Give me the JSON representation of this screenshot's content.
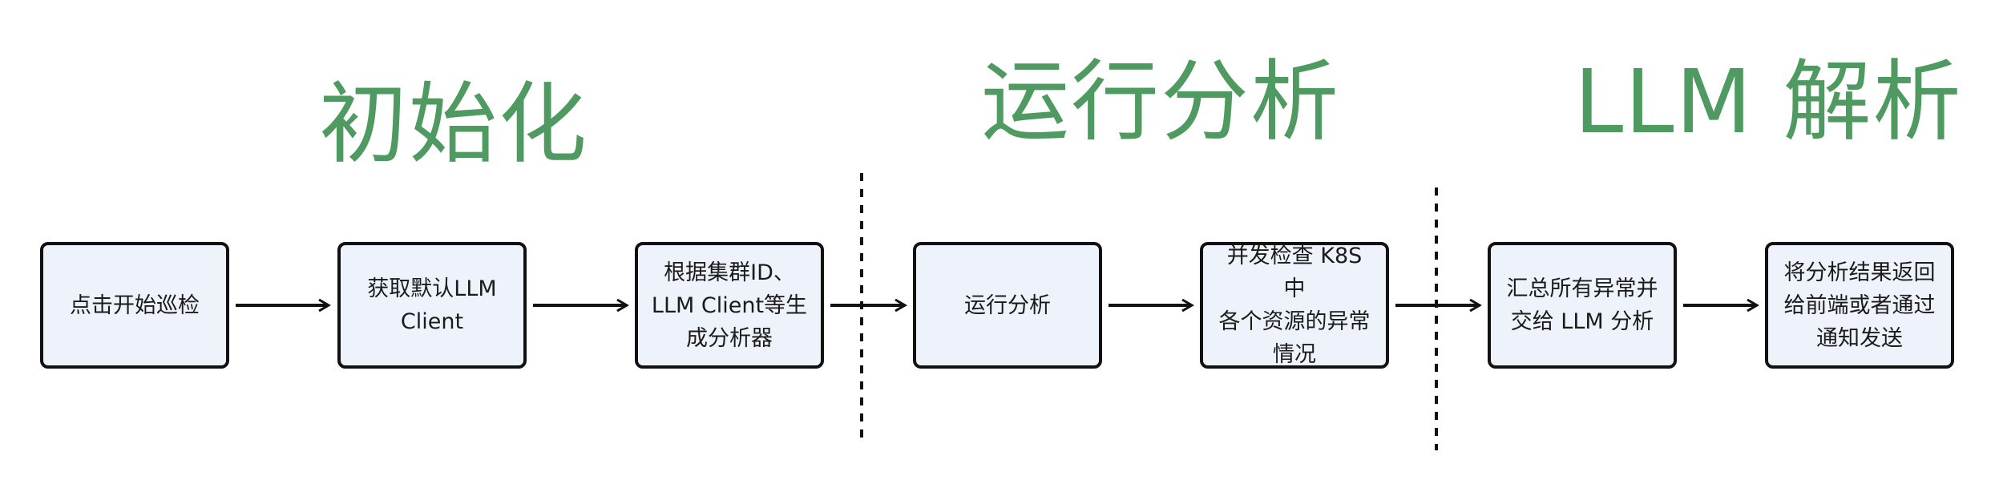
{
  "sections": {
    "init": "初始化",
    "run": "运行分析",
    "llm": "LLM 解析"
  },
  "steps": [
    "点击开始巡检",
    "获取默认LLM\nClient",
    "根据集群ID、\nLLM Client等生\n成分析器",
    "运行分析",
    "并发检查 K8S 中\n各个资源的异常\n情况",
    "汇总所有异常并\n交给 LLM 分析",
    "将分析结果返回\n给前端或者通过\n通知发送"
  ],
  "colors": {
    "title": "#4f9a60",
    "node_fill": "#eef3fb",
    "line": "#111111"
  }
}
